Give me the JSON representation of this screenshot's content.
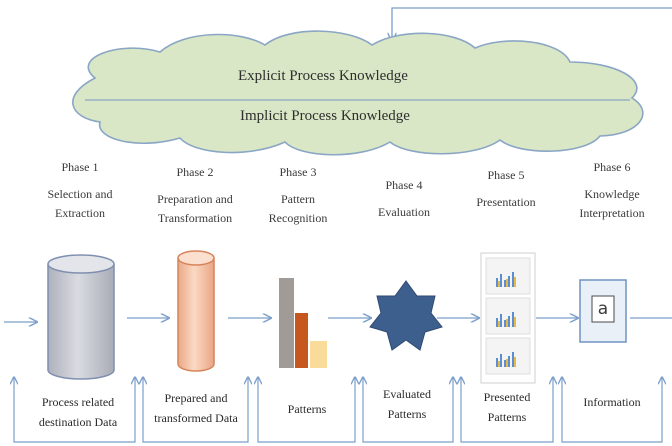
{
  "cloud": {
    "explicit": "Explicit Process Knowledge",
    "implicit": "Implicit Process Knowledge"
  },
  "phases": [
    {
      "phase": "Phase 1",
      "title_1": "Selection and",
      "title_2": "Extraction",
      "output_1": "Process related",
      "output_2": "destination Data"
    },
    {
      "phase": "Phase 2",
      "title_1": "Preparation and",
      "title_2": "Transformation",
      "output_1": "Prepared and",
      "output_2": "transformed Data"
    },
    {
      "phase": "Phase 3",
      "title_1": "Pattern",
      "title_2": "Recognition",
      "output_1": "Patterns",
      "output_2": ""
    },
    {
      "phase": "Phase 4",
      "title_1": "Evaluation",
      "title_2": "",
      "output_1": "Evaluated",
      "output_2": "Patterns"
    },
    {
      "phase": "Phase 5",
      "title_1": "Presentation",
      "title_2": "",
      "output_1": "Presented",
      "output_2": "Patterns"
    },
    {
      "phase": "Phase 6",
      "title_1": "Knowledge",
      "title_2": "Interpretation",
      "output_1": "Information",
      "output_2": ""
    }
  ],
  "info_symbol": "a",
  "colors": {
    "cloud_fill": "#d9e7c6",
    "cloud_stroke": "#8aa6c4",
    "arrow": "#7b9fcb",
    "cylinder1_fill": "#c9cbd2",
    "cylinder1_stroke": "#7f8fb0",
    "cylinder2_fill": "#f6c9ad",
    "cylinder2_stroke": "#d6845a",
    "bar_gray": "#a19b98",
    "bar_orange": "#c5571f",
    "bar_yellow": "#f9dc9a",
    "star_fill": "#3d5f8e",
    "info_stroke": "#6f93c2"
  }
}
